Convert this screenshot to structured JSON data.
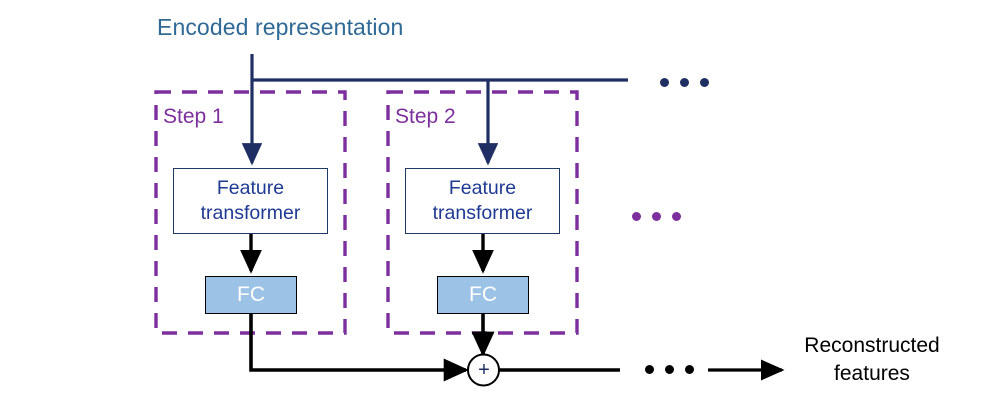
{
  "diagram": {
    "title_label": "Encoded representation",
    "output_label_line1": "Reconstructed",
    "output_label_line2": "features",
    "steps": [
      {
        "step_label": "Step 1",
        "feature_transformer_line1": "Feature",
        "feature_transformer_line2": "transformer",
        "fc_label": "FC"
      },
      {
        "step_label": "Step 2",
        "feature_transformer_line1": "Feature",
        "feature_transformer_line2": "transformer",
        "fc_label": "FC"
      }
    ],
    "sum_node_symbol": "+",
    "ellipsis_top": "...",
    "ellipsis_middle": "...",
    "ellipsis_bottom": "...",
    "colors": {
      "encoded_text": "#2F6A96",
      "step_dashed_border": "#7D2F9E",
      "feature_transformer_border": "#1F3864",
      "feature_transformer_text": "#1F3A93",
      "fc_fill": "#9CC3E5",
      "fc_text": "#FFFFFF",
      "fc_border": "#000000",
      "navy_connector": "#1F2F63",
      "black_connector": "#000000",
      "background": "#FFFFFF"
    }
  }
}
